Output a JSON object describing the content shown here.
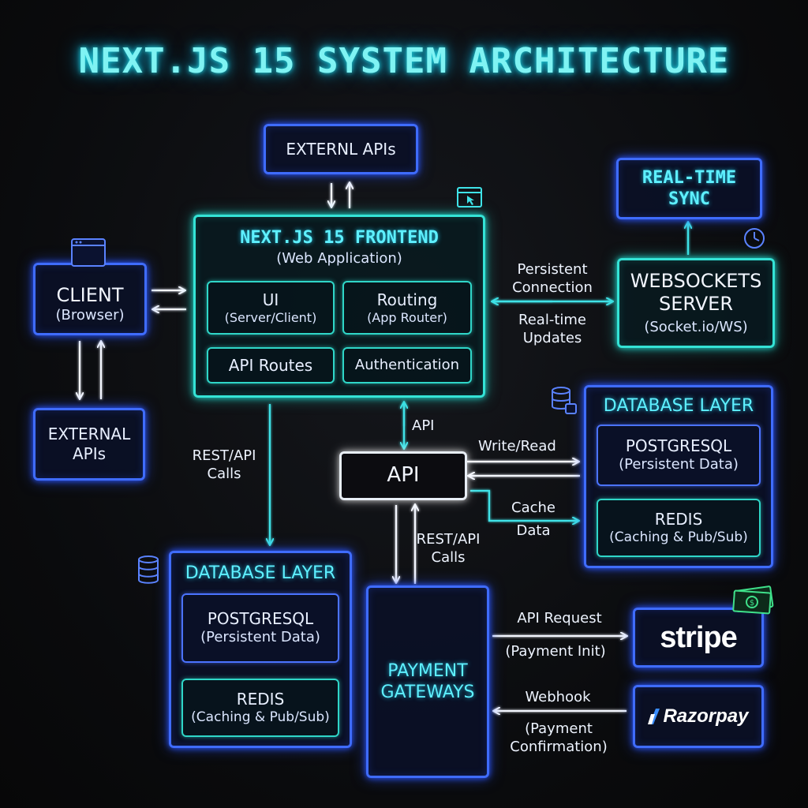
{
  "title": "NEXT.JS 15 SYSTEM ARCHITECTURE",
  "external_apis_top": "EXTERNL APIs",
  "real_time_sync": {
    "line1": "REAL-TIME",
    "line2": "SYNC"
  },
  "frontend": {
    "title": "NEXT.JS 15 FRONTEND",
    "subtitle": "(Web Application)",
    "modules": [
      {
        "name": "UI",
        "sub": "(Server/Client)"
      },
      {
        "name": "Routing",
        "sub": "(App Router)"
      },
      {
        "name": "API Routes",
        "sub": ""
      },
      {
        "name": "Authentication",
        "sub": ""
      }
    ]
  },
  "client": {
    "name": "CLIENT",
    "sub": "(Browser)"
  },
  "external_apis_left": {
    "line1": "EXTERNAL",
    "line2": "APIs"
  },
  "websockets": {
    "line1": "WEBSOCKETS",
    "line2": "SERVER",
    "sub": "(Socket.io/WS)"
  },
  "db_right": {
    "title": "DATABASE LAYER",
    "postgres": {
      "name": "POSTGRESQL",
      "sub": "(Persistent Data)"
    },
    "redis": {
      "name": "REDIS",
      "sub": "(Caching & Pub/Sub)"
    }
  },
  "db_left": {
    "title": "DATABASE LAYER",
    "postgres": {
      "name": "POSTGRESQL",
      "sub": "(Persistent Data)"
    },
    "redis": {
      "name": "REDIS",
      "sub": "(Caching & Pub/Sub)"
    }
  },
  "api": "API",
  "payment_gateways": {
    "line1": "PAYMENT",
    "line2": "GATEWAYS"
  },
  "stripe": "stripe",
  "razorpay": "Razorpay",
  "labels": {
    "persistent_connection": {
      "line1": "Persistent",
      "line2": "Connection"
    },
    "realtime_updates": {
      "line1": "Real-time",
      "line2": "Updates"
    },
    "api_small": "API",
    "rest_left": {
      "line1": "REST/API",
      "line2": "Calls"
    },
    "rest_mid": {
      "line1": "REST/API",
      "line2": "Calls"
    },
    "write_read": "Write/Read",
    "cache_data": {
      "line1": "Cache",
      "line2": "Data"
    },
    "api_request": "API Request",
    "payment_init": "(Payment Init)",
    "webhook": "Webhook",
    "payment_confirmation": {
      "line1": "(Payment",
      "line2": "Confirmation)"
    }
  },
  "colors": {
    "cyan": "#34e3d6",
    "blue": "#3f6cff",
    "white": "#e8eef5",
    "title": "#7ff3f3"
  },
  "icons": [
    "browser-window-icon",
    "browser-cursor-icon",
    "clock-icon",
    "database-icon",
    "money-icon"
  ]
}
